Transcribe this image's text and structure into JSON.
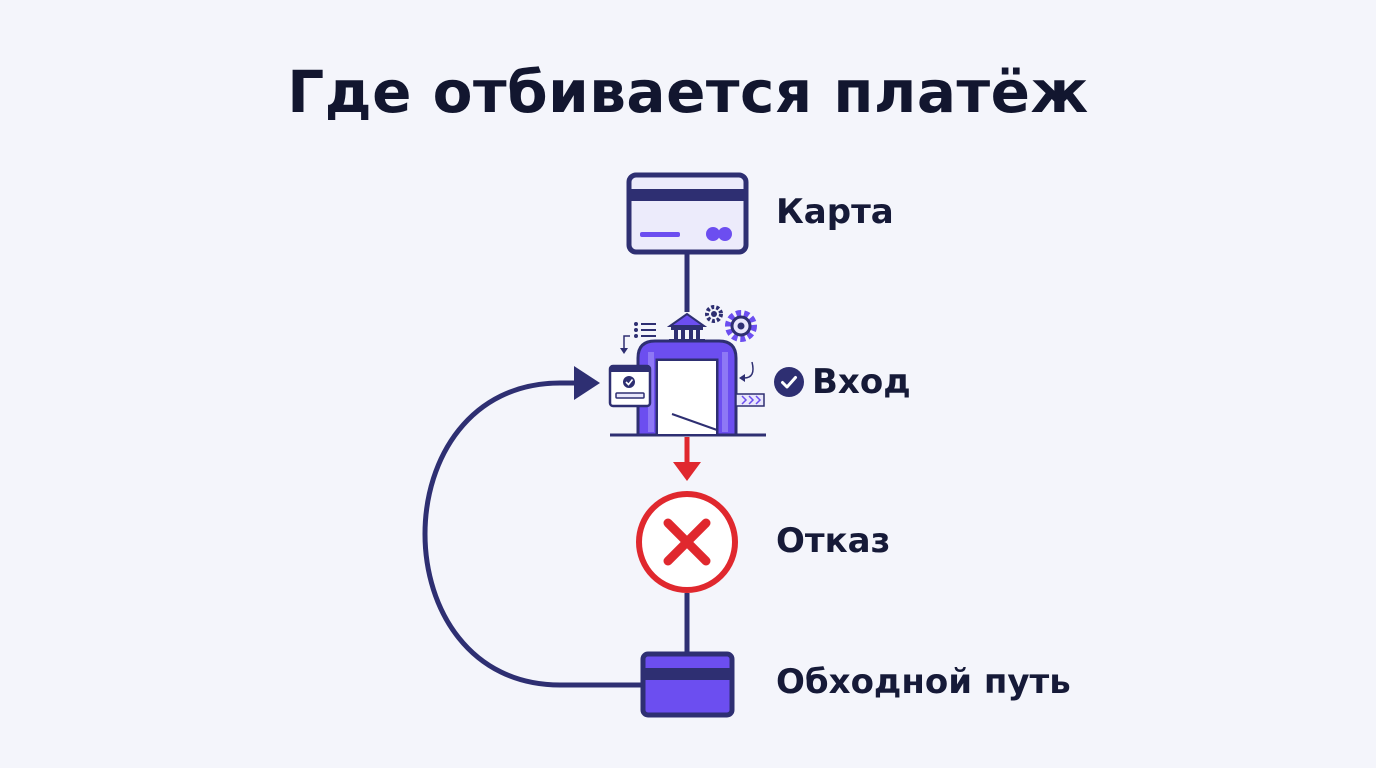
{
  "title": "Где отбивается платёж",
  "steps": {
    "card": {
      "label": "Карта",
      "icon": "credit-card-icon"
    },
    "entry": {
      "label": "Вход",
      "icon": "bank-gateway-icon",
      "badge_icon": "check-circle-icon"
    },
    "refusal": {
      "label": "Отказ",
      "icon": "cross-circle-icon"
    },
    "workaround": {
      "label": "Обходной путь",
      "icon": "alternate-card-icon"
    }
  },
  "colors": {
    "navy": "#2e2f72",
    "purple": "#6c4ef0",
    "lavender": "#e9e7fb",
    "red": "#e0282e",
    "background": "#f4f5fb"
  }
}
